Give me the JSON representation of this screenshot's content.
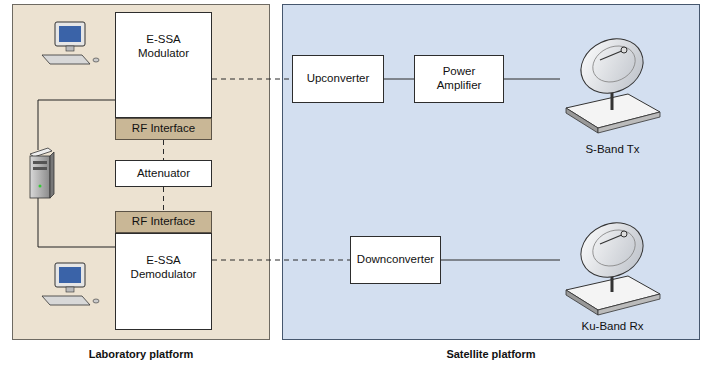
{
  "diagram": {
    "nodes": [
      {
        "text": [
          "Laboratory platform"
        ]
      },
      {
        "text": [
          "Satellite platform"
        ]
      },
      {
        "text": [
          "E-SSA Modulator"
        ],
        "in": 0
      },
      {
        "text": [
          "RF Interface"
        ],
        "in": 0
      },
      {
        "text": [
          "Attenuator"
        ],
        "in": 0
      },
      {
        "text": [
          "RF Interface"
        ],
        "in": 0
      },
      {
        "text": [
          "E-SSA Demodulator"
        ],
        "in": 0
      },
      {
        "text": [
          "Upconverter"
        ],
        "in": 1
      },
      {
        "text": [
          "Power Amplifier"
        ],
        "in": 1
      },
      {
        "text": [
          "S-Band Tx"
        ],
        "in": 1
      },
      {
        "text": [
          "Downconverter"
        ],
        "in": 1
      },
      {
        "text": [
          "Ku-Band Rx"
        ],
        "in": 1
      }
    ],
    "edges": [
      {
        "from": 2,
        "to": 7,
        "arrow": "none"
      },
      {
        "from": 7,
        "to": 8,
        "arrow": "none"
      },
      {
        "from": 8,
        "to": 9,
        "arrow": "none"
      },
      {
        "from": 3,
        "to": 4,
        "arrow": "none"
      },
      {
        "from": 4,
        "to": 5,
        "arrow": "none"
      },
      {
        "from": 6,
        "to": 10,
        "arrow": "none"
      },
      {
        "from": 10,
        "to": 11,
        "arrow": "none"
      }
    ]
  }
}
